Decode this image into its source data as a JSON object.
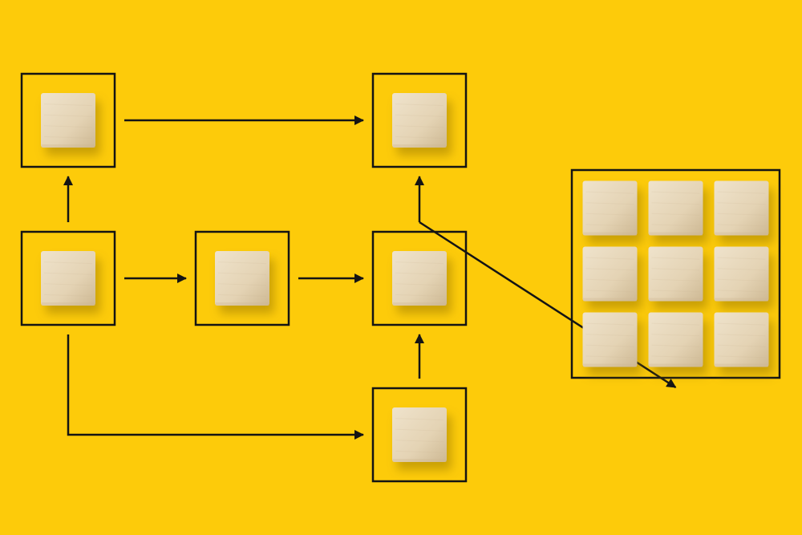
{
  "colors": {
    "background": "#FDCB0A",
    "line": "#141414",
    "block_light": "#EFE3CC",
    "block_mid": "#E4D3B4",
    "block_dark": "#CDB893"
  },
  "nodes": [
    {
      "id": "top-left",
      "kind": "single-block"
    },
    {
      "id": "mid-left",
      "kind": "single-block"
    },
    {
      "id": "mid-center",
      "kind": "single-block"
    },
    {
      "id": "top-right",
      "kind": "single-block"
    },
    {
      "id": "mid-right",
      "kind": "single-block"
    },
    {
      "id": "bottom-right",
      "kind": "single-block"
    },
    {
      "id": "result-grid",
      "kind": "grid",
      "rows": 3,
      "cols": 3
    }
  ],
  "edges": [
    {
      "from": "mid-left",
      "to": "top-left"
    },
    {
      "from": "top-left",
      "to": "top-right"
    },
    {
      "from": "mid-left",
      "to": "mid-center"
    },
    {
      "from": "mid-center",
      "to": "mid-right"
    },
    {
      "from": "mid-right",
      "to": "top-right"
    },
    {
      "from": "bottom-right",
      "to": "mid-right"
    },
    {
      "from": "mid-left",
      "to": "bottom-right",
      "routing": "elbow"
    },
    {
      "from": "mid-right",
      "to": "result-grid"
    }
  ]
}
